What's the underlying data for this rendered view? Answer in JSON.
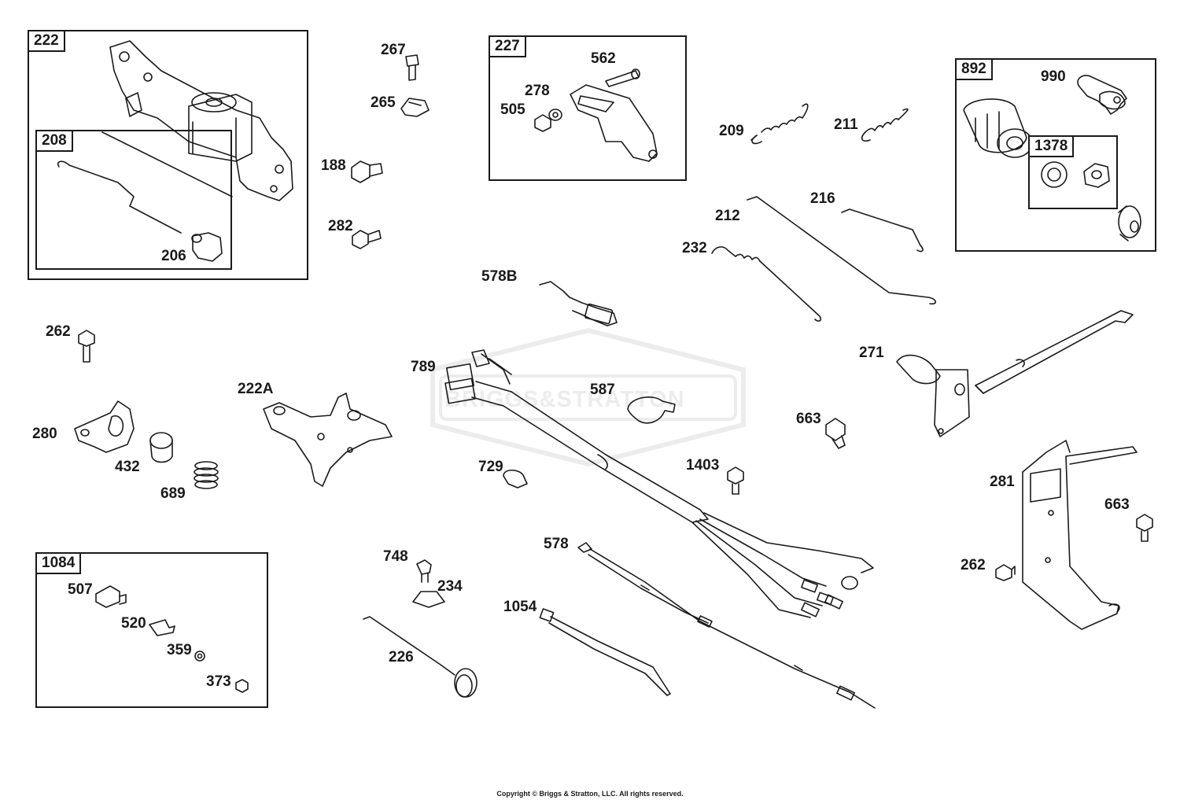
{
  "watermark": {
    "text": "BRIGGS&STRATTON",
    "color": "#e6e6e6"
  },
  "copyright": "Copyright © Briggs & Stratton, LLC. All rights reserved.",
  "kits": {
    "k222": "222",
    "k208": "208",
    "k227": "227",
    "k892": "892",
    "k1378": "1378",
    "k1084": "1084"
  },
  "parts": {
    "p267": "267",
    "p265": "265",
    "p188": "188",
    "p282": "282",
    "p206": "206",
    "p562": "562",
    "p278": "278",
    "p505": "505",
    "p209": "209",
    "p211": "211",
    "p990": "990",
    "p212": "212",
    "p216": "216",
    "p232": "232",
    "p578B": "578B",
    "p262a": "262",
    "p789": "789",
    "p587": "587",
    "p271": "271",
    "p222A": "222A",
    "p280": "280",
    "p432": "432",
    "p689": "689",
    "p663a": "663",
    "p729": "729",
    "p1403": "1403",
    "p281": "281",
    "p663b": "663",
    "p262b": "262",
    "p748": "748",
    "p234": "234",
    "p578": "578",
    "p507": "507",
    "p520": "520",
    "p359": "359",
    "p373": "373",
    "p1054": "1054",
    "p226": "226"
  },
  "colors": {
    "ink": "#1a1a1a",
    "background": "#ffffff"
  }
}
